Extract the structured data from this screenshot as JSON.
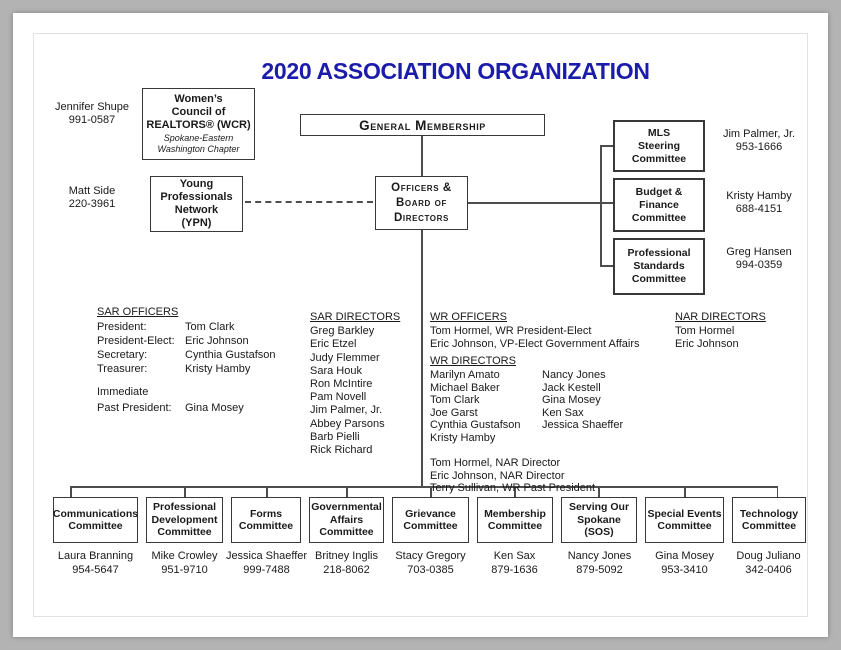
{
  "page": {
    "title": "2020 ASSOCIATION ORGANIZATION",
    "colors": {
      "title": "#1c1caa",
      "line": "#4d4d4d"
    }
  },
  "boxes": {
    "wcr": {
      "title": [
        "Women’s",
        "Council of",
        "REALTORS® (WCR)"
      ],
      "subtitle": [
        "Spokane-Eastern",
        "Washington Chapter"
      ]
    },
    "general_membership": "General Membership",
    "ypn": [
      "Young",
      "Professionals",
      "Network",
      "(YPN)"
    ],
    "officers_board": [
      "Officers &",
      "Board of",
      "Directors"
    ]
  },
  "contacts": {
    "wcr": {
      "name": "Jennifer Shupe",
      "phone": "991-0587"
    },
    "ypn": {
      "name": "Matt Side",
      "phone": "220-3961"
    }
  },
  "right_committees": [
    {
      "title": [
        "MLS",
        "Steering",
        "Committee"
      ],
      "name": "Jim Palmer, Jr.",
      "phone": "953-1666"
    },
    {
      "title": [
        "Budget &",
        "Finance",
        "Committee"
      ],
      "name": "Kristy Hamby",
      "phone": "688-4151"
    },
    {
      "title": [
        "Professional",
        "Standards",
        "Committee"
      ],
      "name": "Greg Hansen",
      "phone": "994-0359"
    }
  ],
  "sar_officers": {
    "heading": "SAR OFFICERS",
    "rows": [
      {
        "label": "President:",
        "value": "Tom Clark"
      },
      {
        "label": "President-Elect:",
        "value": "Eric Johnson"
      },
      {
        "label": "Secretary:",
        "value": "Cynthia Gustafson"
      },
      {
        "label": "Treasurer:",
        "value": "Kristy Hamby"
      }
    ],
    "immediate_label": "Immediate",
    "past_president_label": "Past President:",
    "past_president_value": "Gina Mosey"
  },
  "sar_directors": {
    "heading": "SAR DIRECTORS",
    "names": [
      "Greg Barkley",
      "Eric Etzel",
      "Judy Flemmer",
      "Sara Houk",
      "Ron McIntire",
      "Pam Novell",
      "Jim Palmer, Jr.",
      "Abbey Parsons",
      "Barb Pielli",
      "Rick Richard"
    ]
  },
  "wr_officers": {
    "heading": "WR OFFICERS",
    "lines": [
      "Tom Hormel, WR President-Elect",
      "Eric Johnson, VP-Elect Government Affairs"
    ]
  },
  "wr_directors": {
    "heading": "WR DIRECTORS",
    "col1": [
      "Marilyn Amato",
      "Michael Baker",
      "Tom Clark",
      "Joe Garst",
      "Cynthia Gustafson",
      "Kristy Hamby"
    ],
    "col2": [
      "Nancy Jones",
      "Jack Kestell",
      "Gina Mosey",
      "Ken Sax",
      "Jessica Shaeffer"
    ],
    "extra": [
      "Tom Hormel, NAR Director",
      "Eric Johnson, NAR Director",
      "Terry Sullivan, WR Past President"
    ]
  },
  "nar_directors": {
    "heading": "NAR DIRECTORS",
    "names": [
      "Tom Hormel",
      "Eric Johnson"
    ]
  },
  "committees": [
    {
      "title": [
        "Communications",
        "Committee"
      ],
      "name": "Laura Branning",
      "phone": "954-5647"
    },
    {
      "title": [
        "Professional",
        "Development",
        "Committee"
      ],
      "name": "Mike Crowley",
      "phone": "951-9710"
    },
    {
      "title": [
        "Forms",
        "Committee"
      ],
      "name": "Jessica Shaeffer",
      "phone": "999-7488"
    },
    {
      "title": [
        "Governmental",
        "Affairs",
        "Committee"
      ],
      "name": "Britney Inglis",
      "phone": "218-8062"
    },
    {
      "title": [
        "Grievance",
        "Committee"
      ],
      "name": "Stacy Gregory",
      "phone": "703-0385"
    },
    {
      "title": [
        "Membership",
        "Committee"
      ],
      "name": "Ken Sax",
      "phone": "879-1636"
    },
    {
      "title": [
        "Serving Our",
        "Spokane",
        "(SOS)"
      ],
      "name": "Nancy Jones",
      "phone": "879-5092"
    },
    {
      "title": [
        "Special Events",
        "Committee"
      ],
      "name": "Gina Mosey",
      "phone": "953-3410"
    },
    {
      "title": [
        "Technology",
        "Committee"
      ],
      "name": "Doug Juliano",
      "phone": "342-0406"
    }
  ]
}
